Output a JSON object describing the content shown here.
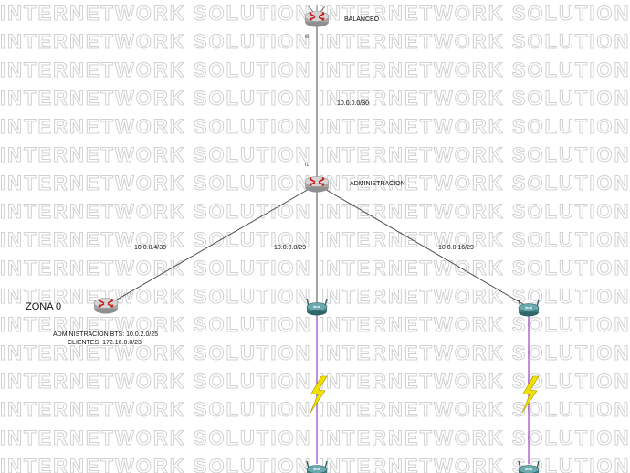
{
  "watermark": {
    "text": "INTERNETWORK SOLUTION"
  },
  "devices": {
    "balanceo": {
      "name": "BALANCEO",
      "port": "f0"
    },
    "administracion": {
      "name": "ADMINISTRACION",
      "port": "f1"
    },
    "zona0": {
      "name": "ZONA 0",
      "detail_1": "ADMINISTRACION BTS:  10.0.2.0/25",
      "detail_2": "CLIENTES:  172.16.0.0/23"
    }
  },
  "links": {
    "balanceo_admin": "10.0.0.0/30",
    "admin_zona0": "10.0.0.4/30",
    "admin_ap_center": "10.0.0.8/29",
    "admin_ap_right": "10.0.0.16/29"
  },
  "colors": {
    "router_body": "#c7c7c7",
    "router_arrows": "#cc1f1f",
    "ap_body": "#4f8f93",
    "wireless_bolt": "#f2e000",
    "wireless_link": "#9f3fc9",
    "link_line": "#4a4a4a"
  }
}
